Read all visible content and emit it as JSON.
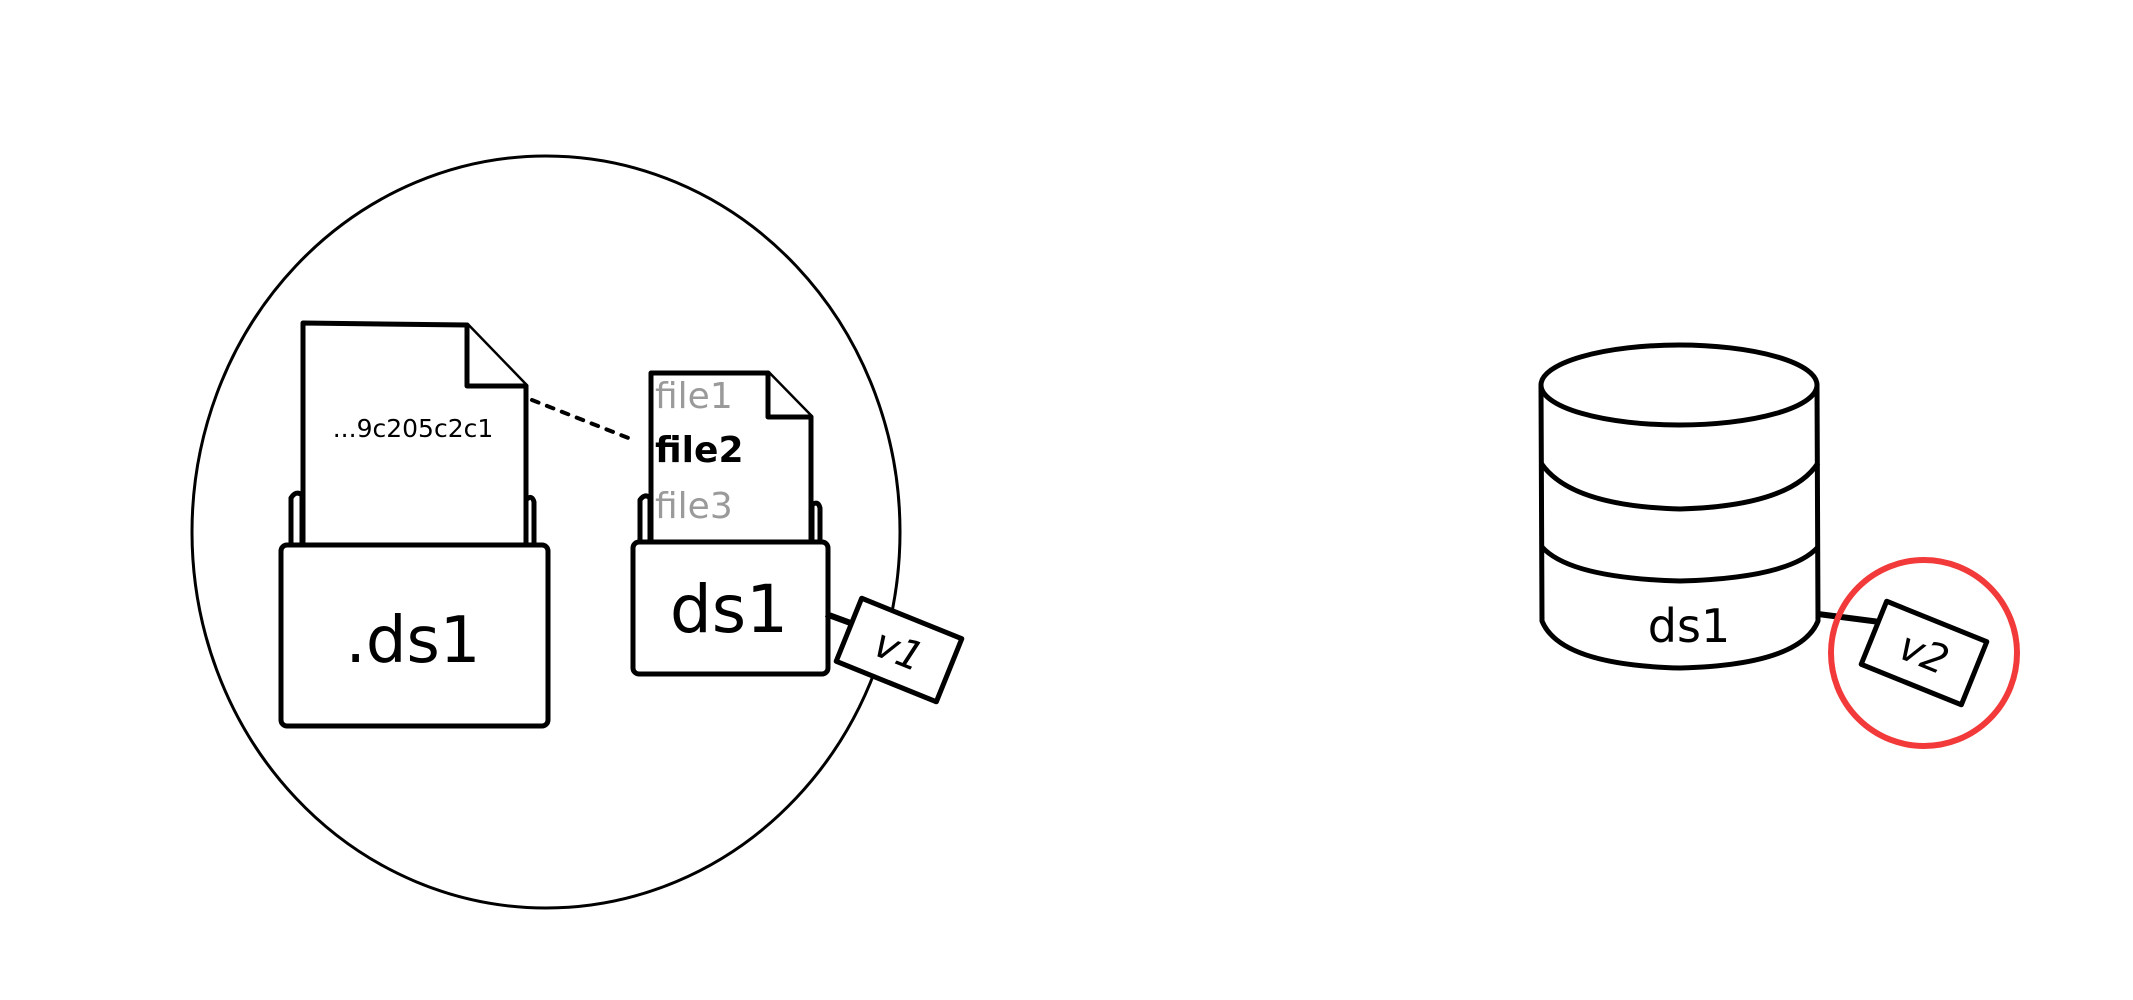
{
  "colors": {
    "ink": "#000000",
    "muted": "#9a9a9a",
    "highlight": "#f23a3a"
  },
  "local": {
    "hidden_folder_label": ".ds1",
    "object_hash": "...9c205c2c1",
    "folder_label": "ds1",
    "files": [
      "file1",
      "file2",
      "file3"
    ],
    "version_tag": "v1"
  },
  "remote": {
    "database_label": "ds1",
    "version_tag": "v2"
  }
}
